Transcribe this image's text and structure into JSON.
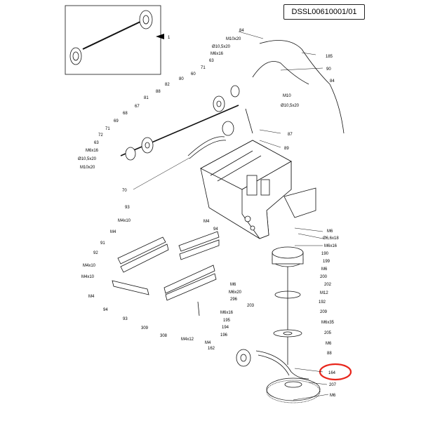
{
  "doc_code": "DSSL00610001/01",
  "inset_label": "1",
  "highlight_color": "#e8261c",
  "labels": {
    "l84a": "84",
    "lM10x20a": "M10x20",
    "l010a": "Ø10,5x20",
    "lM6x16a": "M6x16",
    "l63a": "63",
    "l71a": "71",
    "l60": "60",
    "l80": "80",
    "l82": "82",
    "l88a": "88",
    "l81": "81",
    "l67": "67",
    "l68": "68",
    "l69": "69",
    "l71b": "71",
    "l72": "72",
    "l63b": "63",
    "lM6x16b": "M6x16",
    "l010b": "Ø10,5x20",
    "lM10x20b": "M10x20",
    "l185": "185",
    "l90": "90",
    "l84b": "84",
    "lM10": "M10",
    "l010c": "Ø10,5x20",
    "l87": "87",
    "l89": "89",
    "l70": "70",
    "l93a": "93",
    "lM4x10a": "M4x10",
    "lM4a": "M4",
    "l94a": "94",
    "lM4b": "M4",
    "l91": "91",
    "l92": "92",
    "lM4x10b": "M4x10",
    "lM4x10c": "M4x10",
    "lM4c": "M4",
    "l94b": "94",
    "l93b": "93",
    "l309": "309",
    "l308": "308",
    "lM4x12": "M4x12",
    "lM4d": "M4",
    "lM6a": "M6",
    "lM6x20": "M6x20",
    "l296": "296",
    "l203": "203",
    "lM6x16c": "M6x16",
    "l195": "195",
    "l194": "194",
    "l196": "196",
    "l162": "162",
    "lM6b": "M6",
    "l066": "Ø6,6x18",
    "lM6x16d": "M6x16",
    "l190": "190",
    "l199": "199",
    "lM6c": "M6",
    "l200": "200",
    "l202": "202",
    "lM12": "M12",
    "l192": "192",
    "l209": "209",
    "lM6x35": "M6x35",
    "l205": "205",
    "lM6d": "M6",
    "l88b": "88",
    "l164": "164",
    "l207": "207",
    "lM6e": "M6"
  }
}
